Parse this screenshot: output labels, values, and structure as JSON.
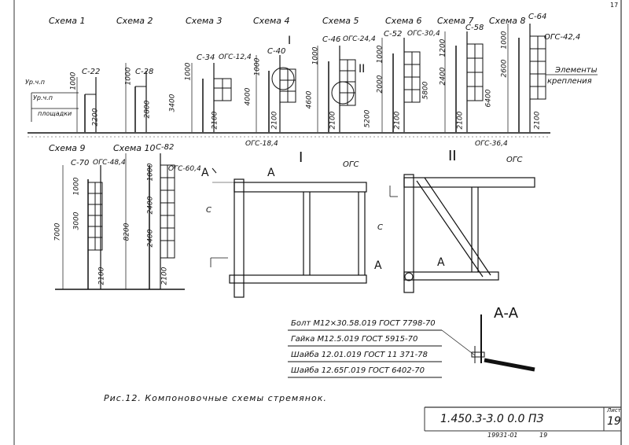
{
  "schemes": [
    {
      "title": "Схема 1",
      "code": "С-22",
      "dims": [
        "1000",
        "2200"
      ],
      "level1": "Ур.ч.п",
      "level2": "Ур.ч.п",
      "floor": "площадки"
    },
    {
      "title": "Схема 2",
      "code": "С-28",
      "dims": [
        "1000",
        "2800"
      ]
    },
    {
      "title": "Схема 3",
      "code": "С-34",
      "extra": "ОГС-12,4",
      "dims": [
        "1000",
        "3400",
        "2100"
      ]
    },
    {
      "title": "Схема 4",
      "code": "С-40",
      "extra": "I",
      "dims": [
        "1000",
        "4000",
        "2100"
      ],
      "base": "ОГС-18,4"
    },
    {
      "title": "Схема 5",
      "code": "С-46",
      "extra": "ОГС-24,4",
      "mark": "II",
      "dims": [
        "1000",
        "4600",
        "5200",
        "2100"
      ]
    },
    {
      "title": "Схема 6",
      "code": "С-52",
      "extra": "ОГС-30,4",
      "dims": [
        "1000",
        "2000",
        "2100"
      ]
    },
    {
      "title": "Схема 7",
      "code": "С-58",
      "dims": [
        "1200",
        "5800",
        "2400",
        "2100"
      ],
      "base": "ОГС-36,4"
    },
    {
      "title": "Схема 8",
      "code": "С-64",
      "extra": "ОГС-42,4",
      "dims": [
        "1000",
        "2600",
        "6400",
        "2100"
      ],
      "note1": "Элементы",
      "note2": "крепления"
    },
    {
      "title": "Схема 9",
      "code": "С-70",
      "extra": "ОГС-48,4",
      "dims": [
        "1000",
        "3000",
        "7000",
        "2100"
      ]
    },
    {
      "title": "Схема 10",
      "code": "С-82",
      "extra": "ОГС-60,4",
      "dims": [
        "1000",
        "2400",
        "8200",
        "2400",
        "2100"
      ]
    }
  ],
  "detail1": {
    "title": "I",
    "ogs": "ОГС",
    "c": "С",
    "section": "А"
  },
  "detail2": {
    "title": "II",
    "ogs": "ОГС",
    "c": "С",
    "section": "А"
  },
  "section_aa": {
    "title": "А-А"
  },
  "spec": [
    "Болт М12×30.58.019 ГОСТ 7798-70",
    "Гайка М12.5.019 ГОСТ 5915-70",
    "Шайба 12.01.019 ГОСТ 11 371-78",
    "Шайба 12.65Г.019 ГОСТ 6402-70"
  ],
  "caption": "Рис.12. Компоновочные схемы стремянок.",
  "stamp": {
    "code": "1.450.3-3.0 0.0 ПЗ",
    "sheet_label": "Лист",
    "sheet": "19",
    "inv": "19931-01",
    "num": "19"
  },
  "corner": "17"
}
